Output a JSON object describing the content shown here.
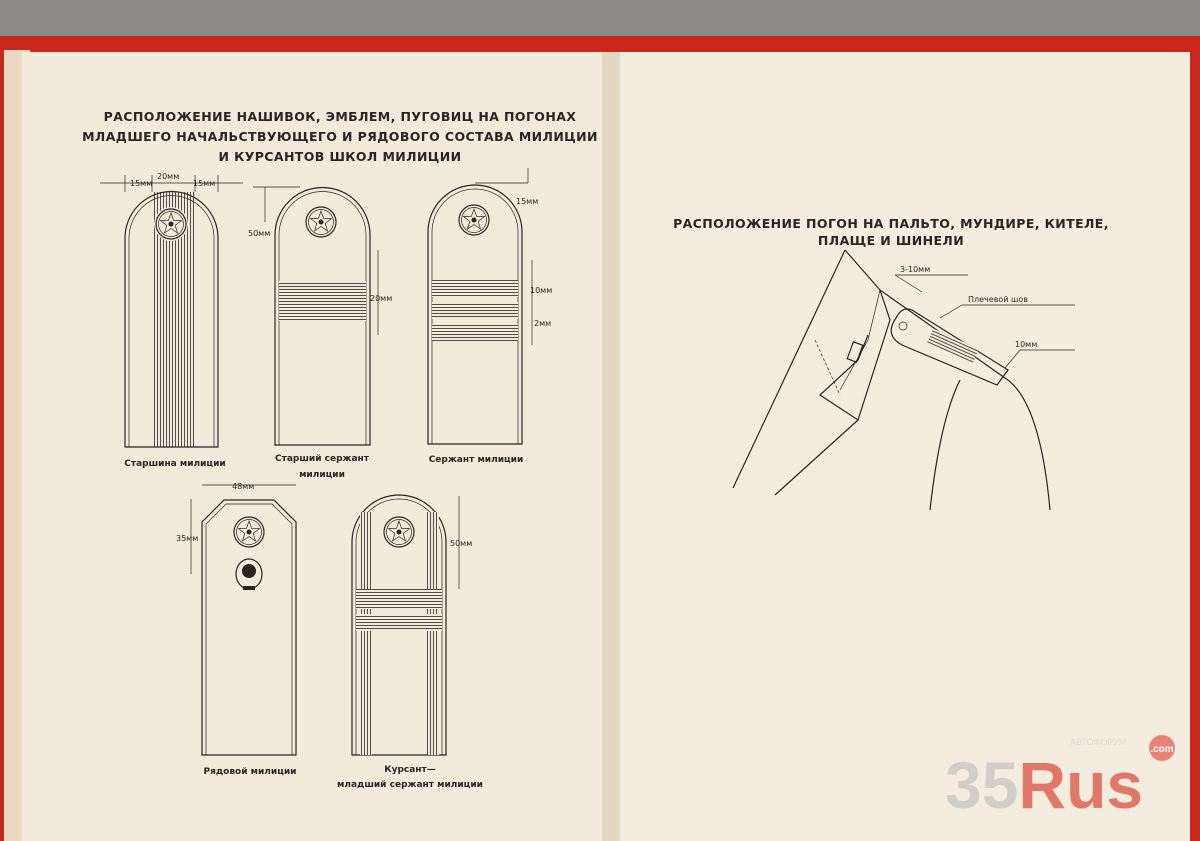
{
  "left_page": {
    "title_lines": [
      "РАСПОЛОЖЕНИЕ НАШИВОК, ЭМБЛЕМ, ПУГОВИЦ НА ПОГОНАХ",
      "МЛАДШЕГО НАЧАЛЬСТВУЮЩЕГО И РЯДОВОГО СОСТАВА МИЛИЦИИ",
      "И КУРСАНТОВ ШКОЛ МИЛИЦИИ"
    ],
    "epaulettes": [
      {
        "label_lines": [
          "Старшина милиции"
        ],
        "dims": [
          "15мм",
          "20мм",
          "15мм"
        ]
      },
      {
        "label_lines": [
          "Старший сержант",
          "милиции"
        ],
        "dims": [
          "50мм",
          "20мм"
        ]
      },
      {
        "label_lines": [
          "Сержант милиции"
        ],
        "dims": [
          "15мм",
          "10мм",
          "2мм"
        ]
      },
      {
        "label_lines": [
          "Рядовой милиции"
        ],
        "dims": [
          "48мм",
          "35мм"
        ]
      },
      {
        "label_lines": [
          "Курсант—",
          "младший сержант милиции"
        ],
        "dims": [
          "50мм"
        ]
      }
    ]
  },
  "right_page": {
    "title_lines": [
      "РАСПОЛОЖЕНИЕ ПОГОН НА ПАЛЬТО, МУНДИРЕ, КИТЕЛЕ,",
      "ПЛАЩЕ И ШИНЕЛИ"
    ],
    "callouts": [
      "3-10мм",
      "Плечевой шов",
      "10мм"
    ]
  },
  "watermark": {
    "main": "35Rus",
    "suffix": ".com",
    "tagline": "АВТОФОРУМ"
  },
  "colors": {
    "paper": "#f3eadb",
    "cover": "#c8281e",
    "ink": "#2a2522"
  }
}
